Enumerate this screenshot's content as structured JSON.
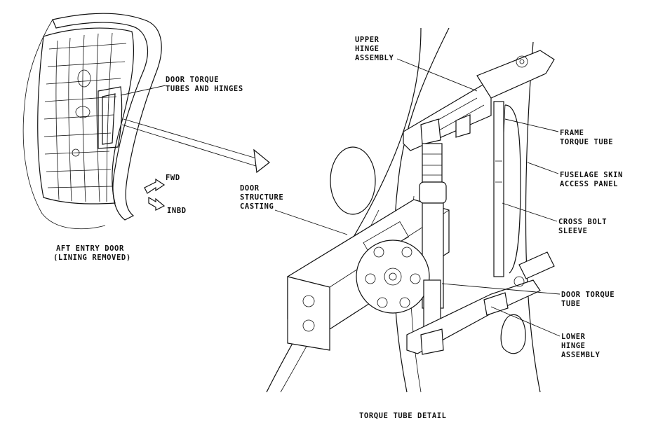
{
  "labels": {
    "door_torque_tubes_hinges": [
      "DOOR TORQUE",
      "TUBES AND HINGES"
    ],
    "fwd": "FWD",
    "inbd": "INBD",
    "aft_entry_door": [
      "AFT ENTRY DOOR",
      "(LINING REMOVED)"
    ],
    "upper_hinge_assembly": [
      "UPPER",
      "HINGE",
      "ASSEMBLY"
    ],
    "frame_torque_tube": [
      "FRAME",
      "TORQUE TUBE"
    ],
    "fuselage_skin_access_panel": [
      "FUSELAGE SKIN",
      "ACCESS PANEL"
    ],
    "door_structure_casting": [
      "DOOR",
      "STRUCTURE",
      "CASTING"
    ],
    "cross_bolt_sleeve": [
      "CROSS BOLT",
      "SLEEVE"
    ],
    "door_torque_tube": [
      "DOOR TORQUE",
      "TUBE"
    ],
    "lower_hinge_assembly": [
      "LOWER",
      "HINGE",
      "ASSEMBLY"
    ],
    "torque_tube_detail": "TORQUE TUBE DETAIL"
  }
}
